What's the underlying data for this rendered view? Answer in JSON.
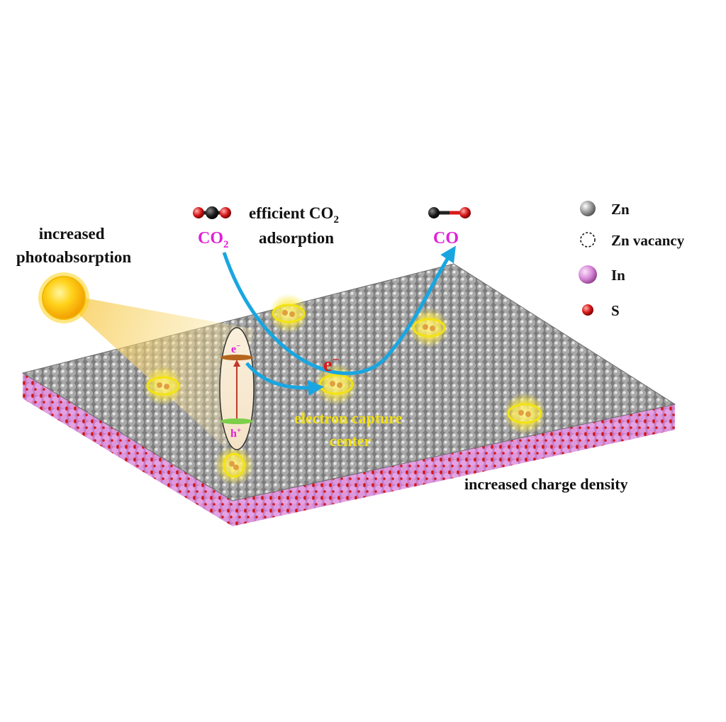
{
  "colors": {
    "zn": "#9a9a9a",
    "in": "#d88ad8",
    "s": "#d81a1a",
    "arrow": "#19a6e0",
    "electron": "#e01818",
    "molecule_label": "#e020d8",
    "capture_label": "#f2df10",
    "glow": "#fff27a"
  },
  "icons": [
    "sun-icon",
    "co2-molecule-icon",
    "co-molecule-icon",
    "zn-atom-icon",
    "zn-vacancy-icon",
    "in-atom-icon",
    "s-atom-icon"
  ],
  "labels": {
    "photoabsorption_line1": "increased",
    "photoabsorption_line2": "photoabsorption",
    "adsorption_line1_prefix": "efficient CO",
    "adsorption_line1_sub": "2",
    "adsorption_line2": "adsorption",
    "co2_prefix": "CO",
    "co2_sub": "2",
    "co": "CO",
    "electron_main": "e",
    "electron_sup": "−",
    "band_electron": "e",
    "band_electron_sup": "−",
    "band_hole": "h",
    "band_hole_sup": "+",
    "capture_line1": "electron capture",
    "capture_line2": "center",
    "charge_density": "increased charge density"
  },
  "legend": [
    {
      "symbol": "zn",
      "label": "Zn"
    },
    {
      "symbol": "vacancy",
      "label": "Zn vacancy"
    },
    {
      "symbol": "in",
      "label": "In"
    },
    {
      "symbol": "s",
      "label": "S"
    }
  ]
}
